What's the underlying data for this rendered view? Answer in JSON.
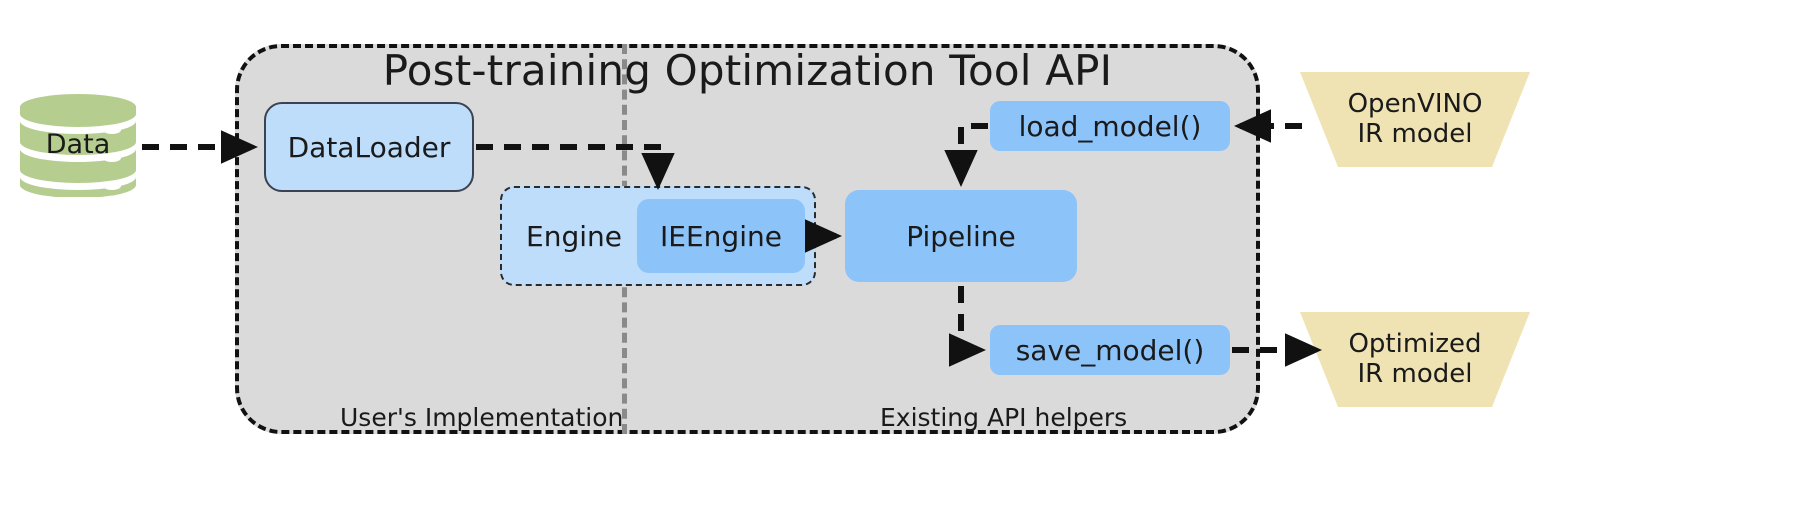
{
  "diagram": {
    "title": "Post-training Optimization Tool API",
    "zones": {
      "user": "User's Implementation",
      "api": "Existing API helpers"
    },
    "nodes": {
      "data": "Data",
      "dataloader": "DataLoader",
      "engine": "Engine",
      "ieengine": "IEEngine",
      "pipeline": "Pipeline",
      "load_model": "load_model()",
      "save_model": "save_model()"
    },
    "artifacts": {
      "openvino_ir": {
        "line1": "OpenVINO",
        "line2": "IR model"
      },
      "optimized_ir": {
        "line1": "Optimized",
        "line2": "IR model"
      }
    },
    "colors": {
      "container_fill": "#dadada",
      "container_border": "#111111",
      "divider": "#8a8a8a",
      "light_blue": "#bdddfb",
      "blue": "#8cc3f9",
      "green": "#b5cd8e",
      "tan": "#efe3b4",
      "arrow": "#111111",
      "text": "#1a1a1a"
    },
    "edges": [
      {
        "from": "data",
        "to": "dataloader",
        "style": "dashed"
      },
      {
        "from": "dataloader",
        "to": "ieengine",
        "style": "dashed"
      },
      {
        "from": "ieengine",
        "to": "pipeline",
        "style": "solid"
      },
      {
        "from": "load_model",
        "to": "pipeline",
        "style": "dashed"
      },
      {
        "from": "openvino_ir",
        "to": "load_model",
        "style": "dashed"
      },
      {
        "from": "pipeline",
        "to": "save_model",
        "style": "dashed"
      },
      {
        "from": "save_model",
        "to": "optimized_ir",
        "style": "dashed"
      }
    ]
  }
}
